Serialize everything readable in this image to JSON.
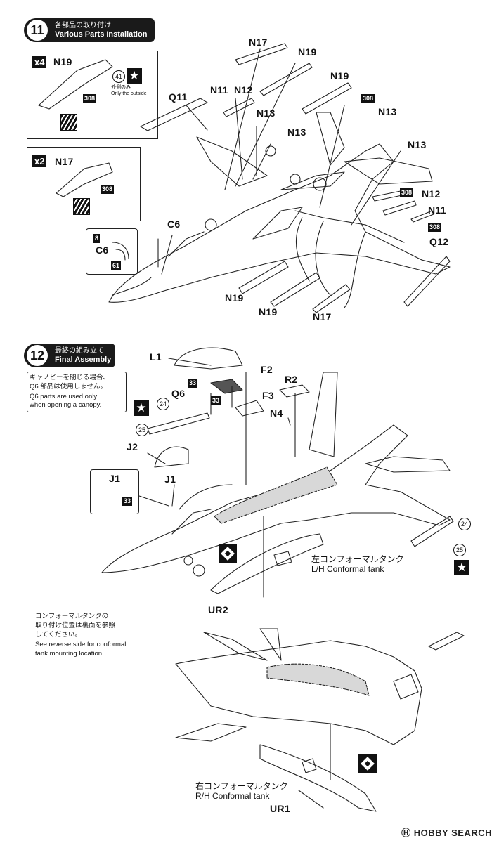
{
  "step11": {
    "number": "11",
    "title_jp": "各部品の取り付け",
    "title_en": "Various Parts Installation",
    "inset_n19": {
      "multiplier": "x4",
      "part": "N19",
      "ref": "308",
      "circle": "41",
      "note_jp": "外側のみ",
      "note_en": "Only the outside"
    },
    "inset_n17": {
      "multiplier": "x2",
      "part": "N17",
      "ref": "308"
    },
    "inset_c6": {
      "top_ref": "8",
      "part": "C6",
      "bottom_ref": "61"
    },
    "labels": {
      "n17_top": "N17",
      "n19_a": "N19",
      "n19_b": "N19",
      "n11_a": "N11",
      "n12_a": "N12",
      "q11": "Q11",
      "n13_a": "N13",
      "n13_b": "N13",
      "n13_c": "N13",
      "ref308_a": "308",
      "n13_d": "N13",
      "ref308_b": "308",
      "n12_b": "N12",
      "n11_b": "N11",
      "ref308_c": "308",
      "q12": "Q12",
      "c6": "C6",
      "n19_c": "N19",
      "n19_d": "N19",
      "n17_b": "N17"
    }
  },
  "step12": {
    "number": "12",
    "title_jp": "最終の組み立て",
    "title_en": "Final Assembly",
    "canopy_note_jp1": "キャノピーを閉じる場合、",
    "canopy_note_jp2": "Q6 部品は使用しません。",
    "canopy_note_en1": "Q6 parts are used only",
    "canopy_note_en2": "when opening a canopy.",
    "labels": {
      "l1": "L1",
      "f2": "F2",
      "ref33_a": "33",
      "q6": "Q6",
      "ref33_b": "33",
      "r2": "R2",
      "f3": "F3",
      "c24_a": "24",
      "n4": "N4",
      "c25_a": "25",
      "j2": "J2",
      "j1_inset": "J1",
      "j1": "J1",
      "ref33_c": "33",
      "c24_b": "24",
      "c25_b": "25",
      "ur2": "UR2",
      "ur1": "UR1"
    },
    "tank_left_jp": "左コンフォーマルタンク",
    "tank_left_en": "L/H Conformal tank",
    "tank_right_jp": "右コンフォーマルタンク",
    "tank_right_en": "R/H Conformal tank",
    "mount_note_jp1": "コンフォーマルタンクの",
    "mount_note_jp2": "取り付け位置は裏面を参照",
    "mount_note_jp3": "してください。",
    "mount_note_en1": "See reverse side for conformal",
    "mount_note_en2": "tank mounting location."
  },
  "watermark": "HOBBY SEARCH"
}
